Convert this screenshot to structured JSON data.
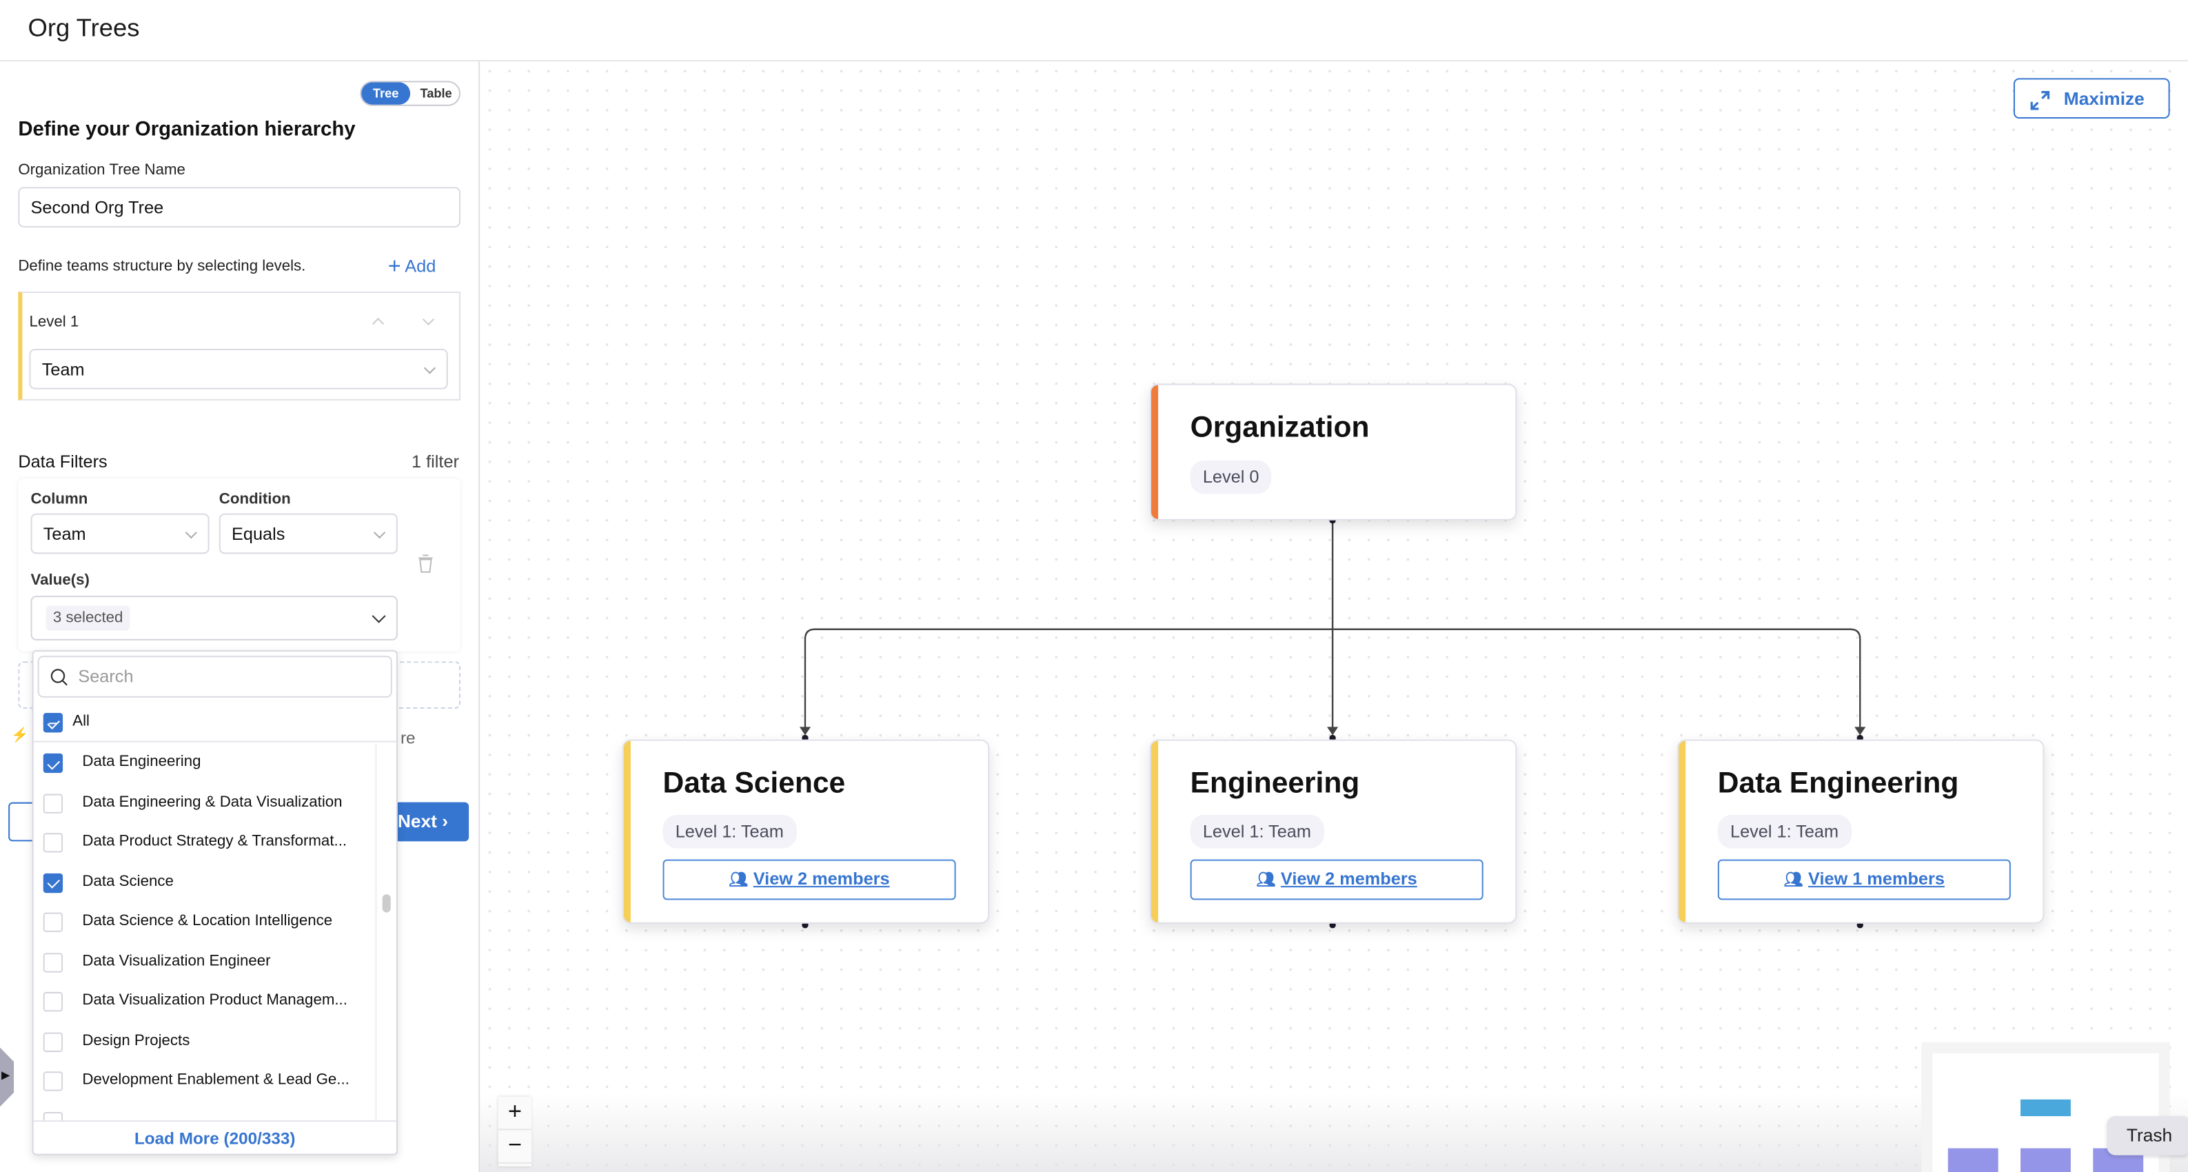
{
  "header": {
    "title": "Org Trees"
  },
  "view_toggle": {
    "tree": "Tree",
    "table": "Table",
    "selected": "Tree"
  },
  "left": {
    "heading": "Define your Organization hierarchy",
    "tree_name_label": "Organization Tree Name",
    "tree_name_value": "Second Org Tree",
    "levels_hint": "Define teams structure by selecting levels.",
    "add_label": "Add",
    "levels": [
      {
        "label": "Level 1",
        "value": "Team"
      }
    ],
    "filters_title": "Data Filters",
    "filters_count": "1 filter",
    "filter": {
      "column_label": "Column",
      "column_value": "Team",
      "condition_label": "Condition",
      "condition_value": "Equals",
      "values_label": "Value(s)",
      "values_chip": "3 selected"
    },
    "partial_hint": "re",
    "next_label": "Next"
  },
  "dropdown": {
    "search_placeholder": "Search",
    "all_label": "All",
    "items": [
      {
        "label": "Data Engineering",
        "checked": true
      },
      {
        "label": "Data Engineering & Data Visualization",
        "checked": false
      },
      {
        "label": "Data Product Strategy & Transformat...",
        "checked": false
      },
      {
        "label": "Data Science",
        "checked": true
      },
      {
        "label": "Data Science & Location Intelligence",
        "checked": false
      },
      {
        "label": "Data Visualization Engineer",
        "checked": false
      },
      {
        "label": "Data Visualization Product Managem...",
        "checked": false
      },
      {
        "label": "Design Projects",
        "checked": false
      },
      {
        "label": "Development Enablement & Lead Ge...",
        "checked": false
      }
    ],
    "load_more": "Load More (200/333)"
  },
  "canvas": {
    "maximize_label": "Maximize",
    "root": {
      "title": "Organization",
      "badge": "Level 0",
      "color": "#f07b3a"
    },
    "children": [
      {
        "title": "Data Science",
        "badge": "Level 1: Team",
        "members": "View 2 members",
        "color": "#f5cf5a"
      },
      {
        "title": "Engineering",
        "badge": "Level 1: Team",
        "members": "View 2 members",
        "color": "#f5cf5a"
      },
      {
        "title": "Data Engineering",
        "badge": "Level 1: Team",
        "members": "View 1 members",
        "color": "#f5cf5a"
      }
    ],
    "zoom_in": "+",
    "zoom_out": "−",
    "tooltip": "Trash"
  },
  "colors": {
    "accent": "#3675d0",
    "minimap_root": "#4aa8dc",
    "minimap_child": "#9494e8"
  }
}
